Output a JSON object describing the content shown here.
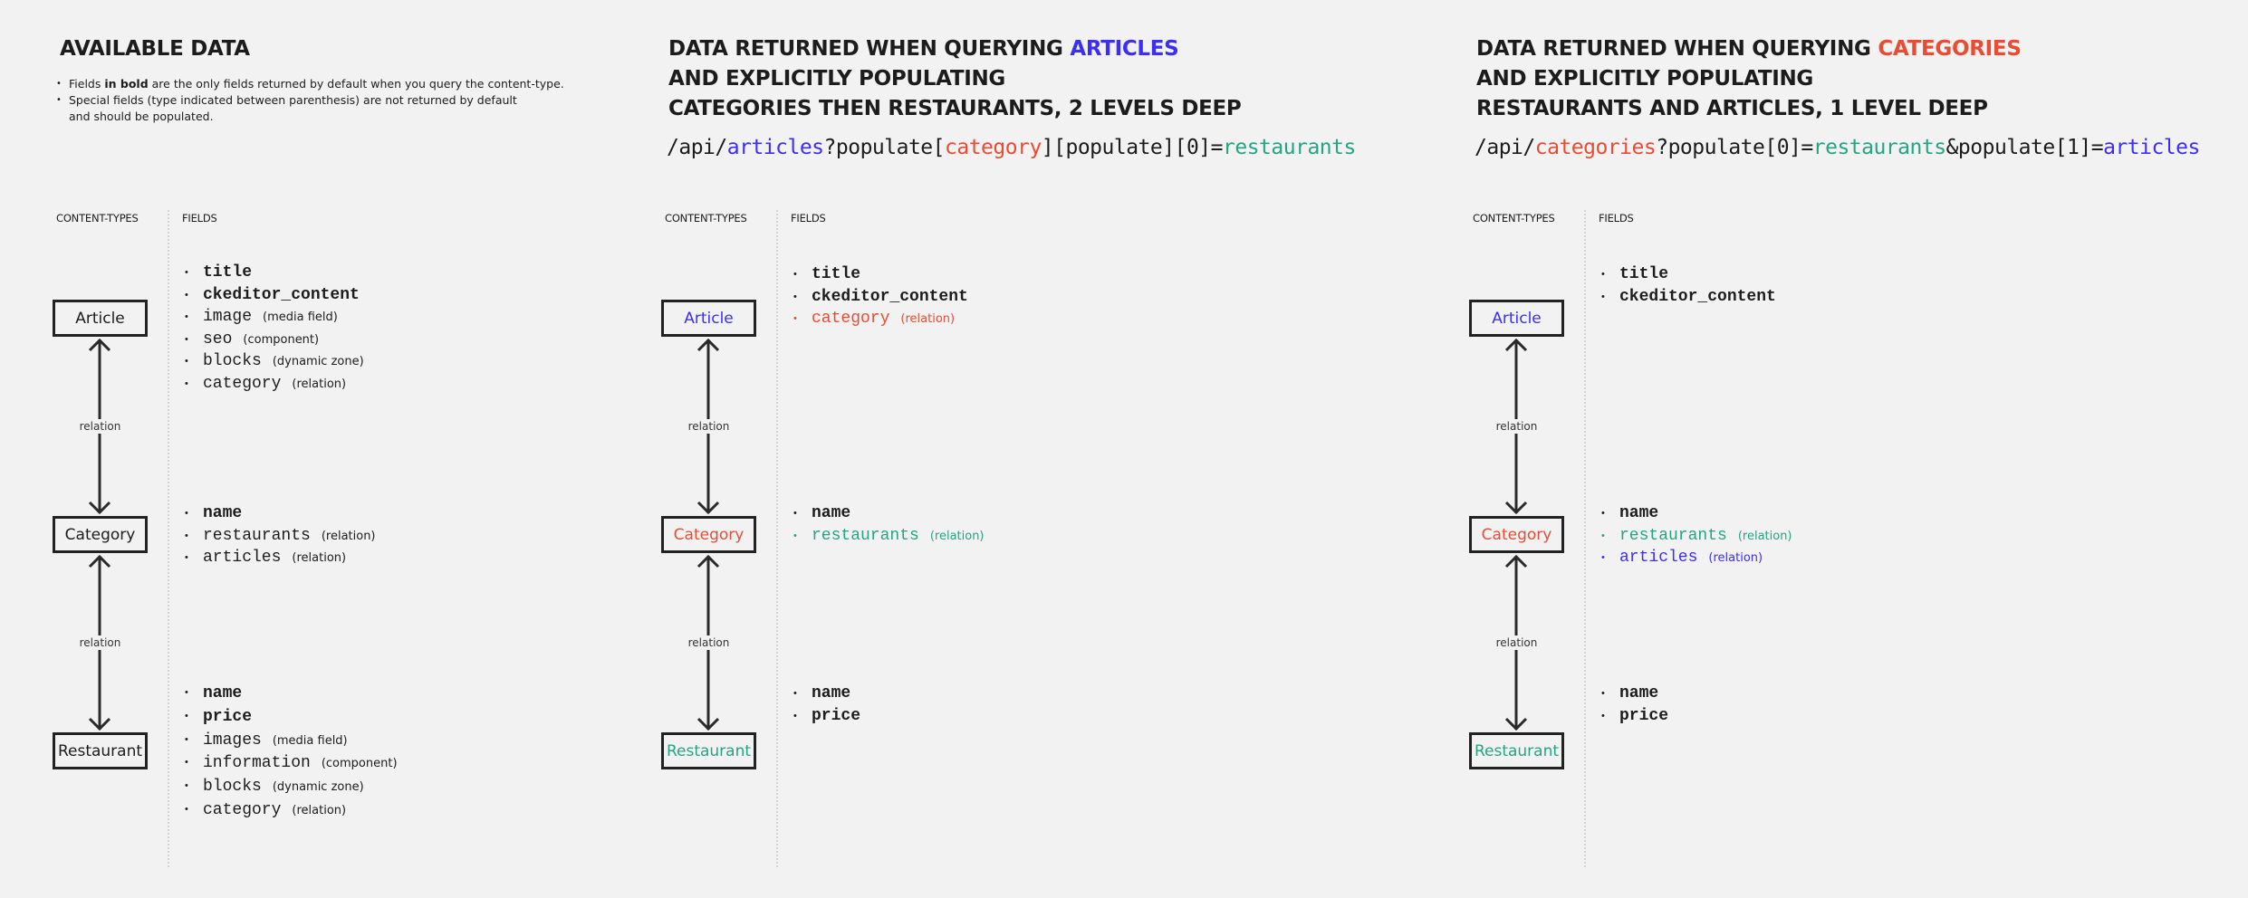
{
  "colors": {
    "dark": "#1c1c1c",
    "blue": "#3d2ef5",
    "red": "#ec4b33",
    "green": "#26a485"
  },
  "panels": [
    {
      "title_lines": [
        [
          {
            "text": "AVAILABLE DATA",
            "color": "dark"
          }
        ]
      ],
      "notes": [
        [
          {
            "text": "Fields ",
            "bold": false
          },
          {
            "text": "in bold",
            "bold": true
          },
          {
            "text": " are the only fields returned by default when you query the content-type.",
            "bold": false
          }
        ],
        [
          {
            "text": "Special fields (type indicated between parenthesis) are not returned by default",
            "bold": false
          }
        ],
        [
          {
            "text": "and should be populated.",
            "bold": false,
            "continuation": true
          }
        ]
      ],
      "url": [],
      "content_types_header": "CONTENT-TYPES",
      "fields_header": "FIELDS",
      "nodes": [
        {
          "label": "Article",
          "color": "dark"
        },
        {
          "label": "Category",
          "color": "dark"
        },
        {
          "label": "Restaurant",
          "color": "dark"
        }
      ],
      "relations": [
        "relation",
        "relation"
      ],
      "field_groups": [
        [
          {
            "name": "title",
            "bold": true,
            "note": "",
            "color": "dark"
          },
          {
            "name": "ckeditor_content",
            "bold": true,
            "note": "",
            "color": "dark"
          },
          {
            "name": "image",
            "bold": false,
            "note": "(media field)",
            "color": "dark"
          },
          {
            "name": "seo",
            "bold": false,
            "note": "(component)",
            "color": "dark"
          },
          {
            "name": "blocks",
            "bold": false,
            "note": "(dynamic zone)",
            "color": "dark"
          },
          {
            "name": "category",
            "bold": false,
            "note": "(relation)",
            "color": "dark"
          }
        ],
        [
          {
            "name": "name",
            "bold": true,
            "note": "",
            "color": "dark"
          },
          {
            "name": "restaurants",
            "bold": false,
            "note": "(relation)",
            "color": "dark"
          },
          {
            "name": "articles",
            "bold": false,
            "note": "(relation)",
            "color": "dark"
          }
        ],
        [
          {
            "name": "name",
            "bold": true,
            "note": "",
            "color": "dark"
          },
          {
            "name": "price",
            "bold": true,
            "note": "",
            "color": "dark"
          },
          {
            "name": "images",
            "bold": false,
            "note": "(media field)",
            "color": "dark"
          },
          {
            "name": "information",
            "bold": false,
            "note": "(component)",
            "color": "dark"
          },
          {
            "name": "blocks",
            "bold": false,
            "note": "(dynamic zone)",
            "color": "dark"
          },
          {
            "name": "category",
            "bold": false,
            "note": "(relation)",
            "color": "dark"
          }
        ]
      ]
    },
    {
      "title_lines": [
        [
          {
            "text": "DATA RETURNED WHEN QUERYING ",
            "color": "dark"
          },
          {
            "text": "ARTICLES",
            "color": "blue"
          }
        ],
        [
          {
            "text": "AND EXPLICITLY POPULATING",
            "color": "dark"
          }
        ],
        [
          {
            "text": "CATEGORIES THEN RESTAURANTS, 2 LEVELS DEEP",
            "color": "dark"
          }
        ]
      ],
      "notes": [],
      "url": [
        {
          "text": "/api/",
          "color": "dark"
        },
        {
          "text": "articles",
          "color": "blue"
        },
        {
          "text": "?populate[",
          "color": "dark"
        },
        {
          "text": "category",
          "color": "red"
        },
        {
          "text": "][populate][0]=",
          "color": "dark"
        },
        {
          "text": "restaurants",
          "color": "green"
        }
      ],
      "content_types_header": "CONTENT-TYPES",
      "fields_header": "FIELDS",
      "nodes": [
        {
          "label": "Article",
          "color": "blue"
        },
        {
          "label": "Category",
          "color": "red"
        },
        {
          "label": "Restaurant",
          "color": "green"
        }
      ],
      "relations": [
        "relation",
        "relation"
      ],
      "field_groups": [
        [
          {
            "name": "title",
            "bold": true,
            "note": "",
            "color": "dark"
          },
          {
            "name": "ckeditor_content",
            "bold": true,
            "note": "",
            "color": "dark"
          },
          {
            "name": "category",
            "bold": false,
            "note": "(relation)",
            "color": "red"
          }
        ],
        [
          {
            "name": "name",
            "bold": true,
            "note": "",
            "color": "dark"
          },
          {
            "name": "restaurants",
            "bold": false,
            "note": "(relation)",
            "color": "green"
          }
        ],
        [
          {
            "name": "name",
            "bold": true,
            "note": "",
            "color": "dark"
          },
          {
            "name": "price",
            "bold": true,
            "note": "",
            "color": "dark"
          }
        ]
      ]
    },
    {
      "title_lines": [
        [
          {
            "text": "DATA RETURNED WHEN QUERYING ",
            "color": "dark"
          },
          {
            "text": "CATEGORIES",
            "color": "red"
          }
        ],
        [
          {
            "text": "AND EXPLICITLY POPULATING",
            "color": "dark"
          }
        ],
        [
          {
            "text": "RESTAURANTS AND ARTICLES, 1 LEVEL DEEP",
            "color": "dark"
          }
        ]
      ],
      "notes": [],
      "url": [
        {
          "text": "/api/",
          "color": "dark"
        },
        {
          "text": "categories",
          "color": "red"
        },
        {
          "text": "?populate[0]=",
          "color": "dark"
        },
        {
          "text": "restaurants",
          "color": "green"
        },
        {
          "text": "&populate[1]=",
          "color": "dark"
        },
        {
          "text": "articles",
          "color": "blue"
        }
      ],
      "content_types_header": "CONTENT-TYPES",
      "fields_header": "FIELDS",
      "nodes": [
        {
          "label": "Article",
          "color": "blue"
        },
        {
          "label": "Category",
          "color": "red"
        },
        {
          "label": "Restaurant",
          "color": "green"
        }
      ],
      "relations": [
        "relation",
        "relation"
      ],
      "field_groups": [
        [
          {
            "name": "title",
            "bold": true,
            "note": "",
            "color": "dark"
          },
          {
            "name": "ckeditor_content",
            "bold": true,
            "note": "",
            "color": "dark"
          }
        ],
        [
          {
            "name": "name",
            "bold": true,
            "note": "",
            "color": "dark"
          },
          {
            "name": "restaurants",
            "bold": false,
            "note": "(relation)",
            "color": "green"
          },
          {
            "name": "articles",
            "bold": false,
            "note": "(relation)",
            "color": "blue"
          }
        ],
        [
          {
            "name": "name",
            "bold": true,
            "note": "",
            "color": "dark"
          },
          {
            "name": "price",
            "bold": true,
            "note": "",
            "color": "dark"
          }
        ]
      ]
    }
  ]
}
